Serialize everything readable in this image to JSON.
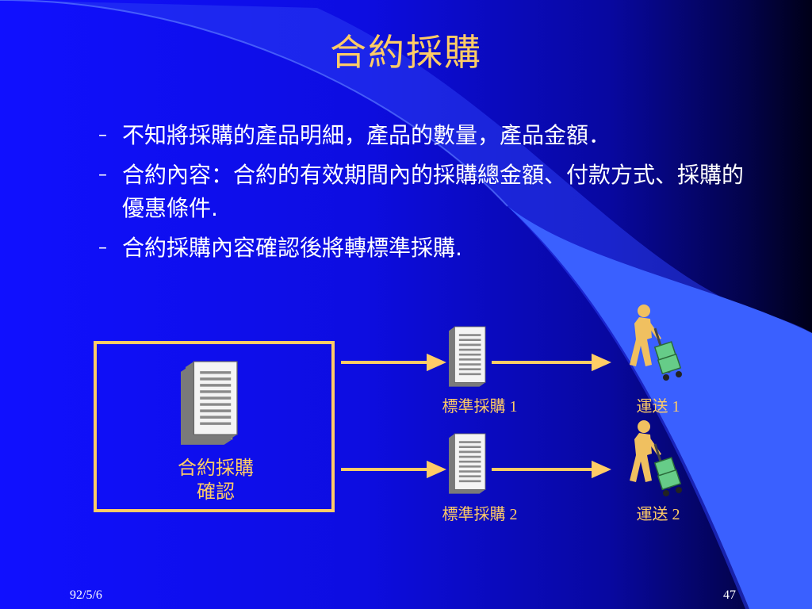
{
  "slide": {
    "title": "合約採購",
    "bullets": [
      {
        "marker": "–",
        "text": "不知將採購的產品明細，產品的數量，產品金額．"
      },
      {
        "marker": "–",
        "text": "合約內容：合約的有效期間內的採購總金額、付款方式、採購的優惠條件."
      },
      {
        "marker": "–",
        "text": "合約採購內容確認後將轉標準採購."
      }
    ],
    "diagram": {
      "box_label_line1": "合約採購",
      "box_label_line2": "確認",
      "order1_label": "標準採購  1",
      "order2_label": "標準採購  2",
      "ship1_label": "運送  1",
      "ship2_label": "運送  2"
    },
    "footer": {
      "date": "92/5/6",
      "page": "47"
    }
  },
  "colors": {
    "background": "#0e0ef0",
    "accent": "#ffcc66",
    "text": "#ffffff",
    "swoosh": "#3366ff"
  },
  "icons": [
    "document-icon",
    "delivery-person-icon",
    "arrow-right-icon"
  ]
}
